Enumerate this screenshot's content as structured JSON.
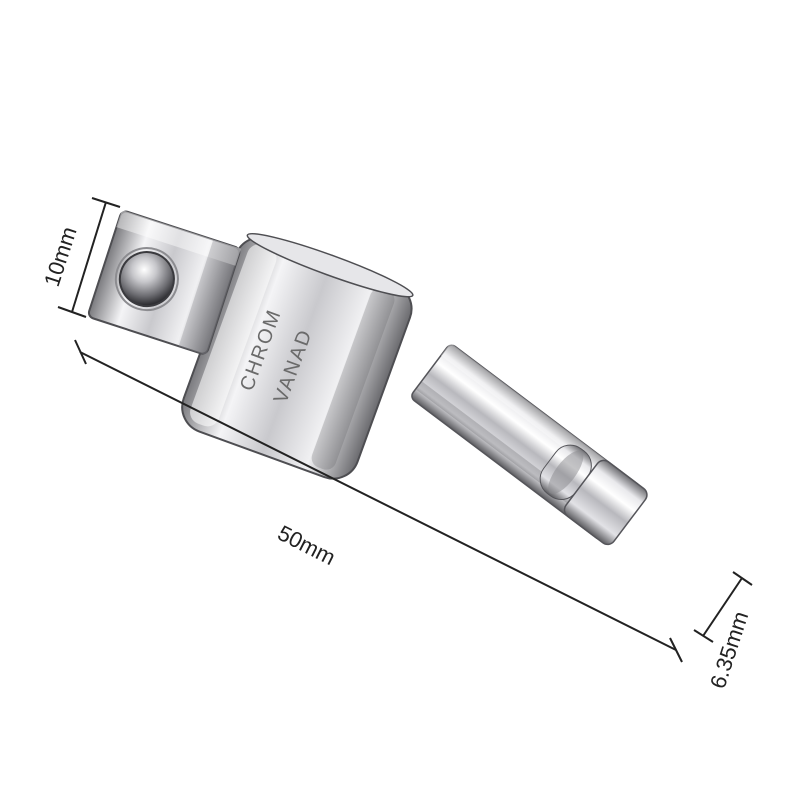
{
  "image": {
    "subject": "socket adapter product photo",
    "background_color": "#ffffff",
    "metal_color": "#c8c8cc",
    "line_color": "#222222"
  },
  "dimensions": {
    "square_drive": "10mm",
    "length": "50mm",
    "hex_shank": "6.35mm"
  },
  "engraving": {
    "line1": "CHROM",
    "line2": "VANAD"
  }
}
